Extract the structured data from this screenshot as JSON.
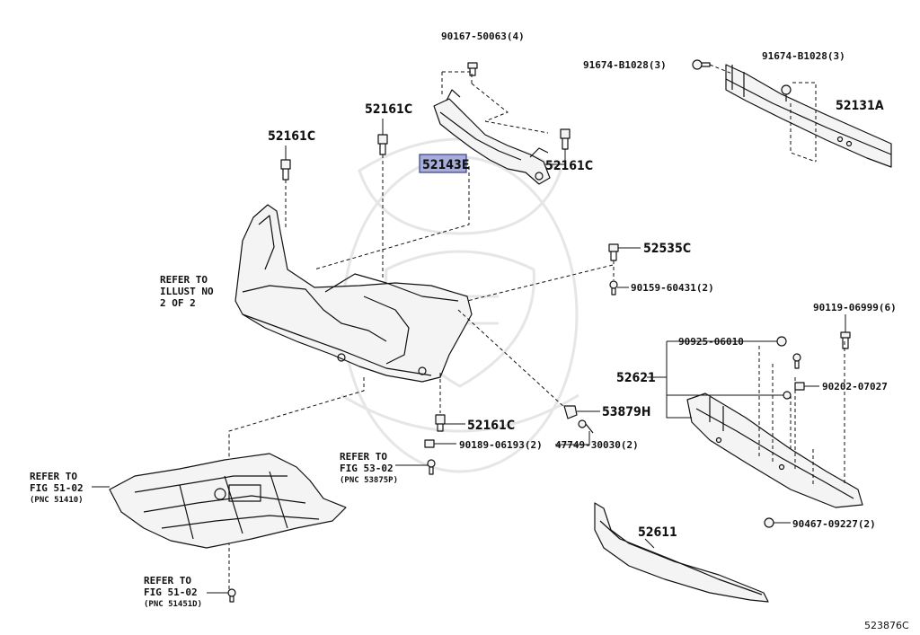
{
  "diagram": {
    "labels": {
      "p_90167": "90167-50063(4)",
      "p_91674_a": "91674-B1028(3)",
      "p_91674_b": "91674-B1028(3)",
      "p_52131A": "52131A",
      "p_52161C_a": "52161C",
      "p_52161C_b": "52161C",
      "p_52161C_c": "52161C",
      "p_52161C_d": "52161C",
      "p_52143E": "52143E",
      "p_52535C": "52535C",
      "p_90159": "90159-60431(2)",
      "p_90119": "90119-06999(6)",
      "p_90925": "90925-06010",
      "p_52621": "52621",
      "p_90202": "90202-07027",
      "p_53879H": "53879H",
      "p_47749": "47749-30030(2)",
      "p_90189": "90189-06193(2)",
      "p_90467": "90467-09227(2)",
      "p_52611": "52611",
      "ref_illust_1": "REFER TO",
      "ref_illust_2": "ILLUST NO",
      "ref_illust_3": "2 OF 2",
      "ref_5302_1": "REFER TO",
      "ref_5302_2": "FIG 53-02",
      "ref_5302_3": "(PNC 53875P)",
      "ref_5102a_1": "REFER TO",
      "ref_5102a_2": "FIG 51-02",
      "ref_5102a_3": "(PNC 51410)",
      "ref_5102b_1": "REFER TO",
      "ref_5102b_2": "FIG 51-02",
      "ref_5102b_3": "(PNC 51451D)",
      "code": "523876C"
    },
    "highlight_color": "#a7acd9"
  }
}
